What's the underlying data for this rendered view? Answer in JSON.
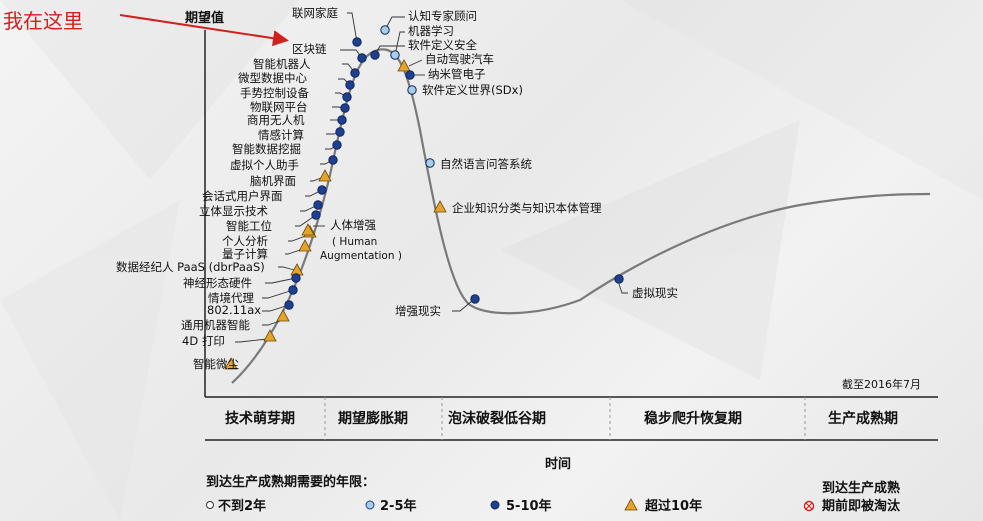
{
  "annotation": {
    "text": "我在这里"
  },
  "y_axis_title": "期望值",
  "x_axis_title": "时间",
  "date_note": "截至2016年7月",
  "phases": [
    "技术萌芽期",
    "期望膨胀期",
    "泡沫破裂低谷期",
    "稳步爬升恢复期",
    "生产成熟期"
  ],
  "legend": {
    "title": "到达生产成熟期需要的年限：",
    "items": [
      "不到2年",
      "2-5年",
      "5-10年",
      "超过10年"
    ],
    "obsolete_title": "到达生产成熟",
    "obsolete_label": "期前即被淘汰"
  },
  "colors": {
    "dark_marker": "#1f3f8f",
    "light_marker": "#a9cde8",
    "triangle": "#e6a32a",
    "annotation": "#d2201c",
    "curve": "#7a7a7a"
  },
  "technologies": [
    {
      "id": "t-cognitive",
      "label": "认知专家顾问",
      "marker": "light",
      "pos": 0.26
    },
    {
      "id": "t-ml",
      "label": "机器学习",
      "marker": "light",
      "pos": 0.275
    },
    {
      "id": "t-sds",
      "label": "软件定义安全",
      "marker": "dark",
      "pos": 0.295
    },
    {
      "id": "t-av",
      "label": "自动驾驶汽车",
      "marker": "tri",
      "pos": 0.318
    },
    {
      "id": "t-nano",
      "label": "纳米管电子",
      "marker": "dark",
      "pos": 0.33
    },
    {
      "id": "t-sdx",
      "label": "软件定义世界(SDx)",
      "marker": "light",
      "pos": 0.345
    },
    {
      "id": "t-nlqa",
      "label": "自然语言问答系统",
      "marker": "light",
      "pos": 0.375
    },
    {
      "id": "t-eto",
      "label": "企业知识分类与知识本体管理",
      "marker": "tri",
      "pos": 0.4
    },
    {
      "id": "t-ar",
      "label": "增强现实",
      "marker": "dark",
      "pos": 0.5
    },
    {
      "id": "t-vr",
      "label": "虚拟现实",
      "marker": "dark",
      "pos": 0.72
    },
    {
      "id": "t-connected-home",
      "label": "联网家庭",
      "marker": "dark",
      "pos": 0.24
    },
    {
      "id": "t-blockchain",
      "label": "区块链",
      "marker": "dark",
      "pos": 0.225
    },
    {
      "id": "t-smart-robots",
      "label": "智能机器人",
      "marker": "dark",
      "pos": 0.21
    },
    {
      "id": "t-micro-dc",
      "label": "微型数据中心",
      "marker": "dark",
      "pos": 0.2
    },
    {
      "id": "t-gesture",
      "label": "手势控制设备",
      "marker": "dark",
      "pos": 0.19
    },
    {
      "id": "t-iot-platform",
      "label": "物联网平台",
      "marker": "dark",
      "pos": 0.18
    },
    {
      "id": "t-drones",
      "label": "商用无人机",
      "marker": "dark",
      "pos": 0.17
    },
    {
      "id": "t-affective",
      "label": "情感计算",
      "marker": "dark",
      "pos": 0.16
    },
    {
      "id": "t-smart-mining",
      "label": "智能数据挖掘",
      "marker": "dark",
      "pos": 0.15
    },
    {
      "id": "t-vpa",
      "label": "虚拟个人助手",
      "marker": "dark",
      "pos": 0.14
    },
    {
      "id": "t-bci",
      "label": "脑机界面",
      "marker": "tri",
      "pos": 0.13
    },
    {
      "id": "t-conv-ui",
      "label": "会话式用户界面",
      "marker": "dark",
      "pos": 0.12
    },
    {
      "id": "t-3d-display",
      "label": "立体显示技术",
      "marker": "dark",
      "pos": 0.11
    },
    {
      "id": "t-workspace",
      "label": "智能工位",
      "marker": "dark",
      "pos": 0.105
    },
    {
      "id": "t-people-lit",
      "label": "个人分析",
      "marker": "tri",
      "pos": 0.1
    },
    {
      "id": "t-quantum",
      "label": "量子计算",
      "marker": "tri",
      "pos": 0.09
    },
    {
      "id": "t-dbrpaas",
      "label": "数据经纪人 PaaS (dbrPaaS)",
      "marker": "tri",
      "pos": 0.08
    },
    {
      "id": "t-neuromorphic",
      "label": "神经形态硬件",
      "marker": "dark",
      "pos": 0.07
    },
    {
      "id": "t-context",
      "label": "情境代理",
      "marker": "dark",
      "pos": 0.06
    },
    {
      "id": "t-80211ax",
      "label": "802.11ax",
      "marker": "dark",
      "pos": 0.05
    },
    {
      "id": "t-agi",
      "label": "通用机器智能",
      "marker": "tri",
      "pos": 0.04
    },
    {
      "id": "t-4d",
      "label": "4D 打印",
      "marker": "tri",
      "pos": 0.03
    },
    {
      "id": "t-smartdust",
      "label": "智能微尘",
      "marker": "tri",
      "pos": 0.015
    },
    {
      "id": "t-human-aug",
      "label": "人体增强",
      "marker": "tri",
      "pos": 0.085,
      "sub": [
        "( Human",
        "Augmentation )"
      ]
    }
  ]
}
